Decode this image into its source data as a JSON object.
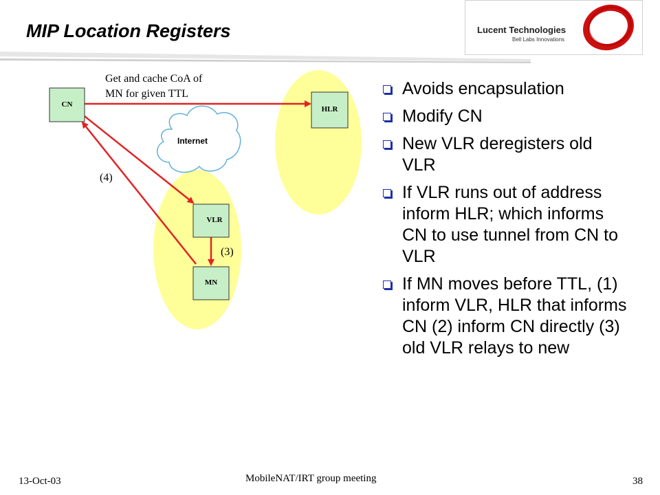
{
  "title": "MIP Location Registers",
  "brand": {
    "name": "Lucent Technologies",
    "tagline": "Bell Labs Innovations",
    "logo_color": "#cc1111"
  },
  "diagram": {
    "nodes": {
      "cn": "CN",
      "hlr": "HLR",
      "vlr": "VLR",
      "mn": "MN",
      "internet": "Internet"
    },
    "annotation_line1": "Get and cache CoA of",
    "annotation_line2": "MN for given TTL",
    "step3": "(3)",
    "step4": "(4)",
    "colors": {
      "node_fill": "#c7efc7",
      "region_fill": "#ffff99",
      "arrow": "#e02424"
    }
  },
  "bullets": [
    "Avoids encapsulation",
    "Modify CN",
    "New VLR deregisters old VLR",
    "If VLR runs out of address inform HLR; which informs CN to use tunnel from CN to VLR",
    "If MN moves before TTL, (1) inform VLR, HLR that informs CN (2) inform CN directly (3) old VLR relays to new"
  ],
  "footer": {
    "date": "13-Oct-03",
    "center": "MobileNAT/IRT group meeting",
    "page": "38"
  }
}
